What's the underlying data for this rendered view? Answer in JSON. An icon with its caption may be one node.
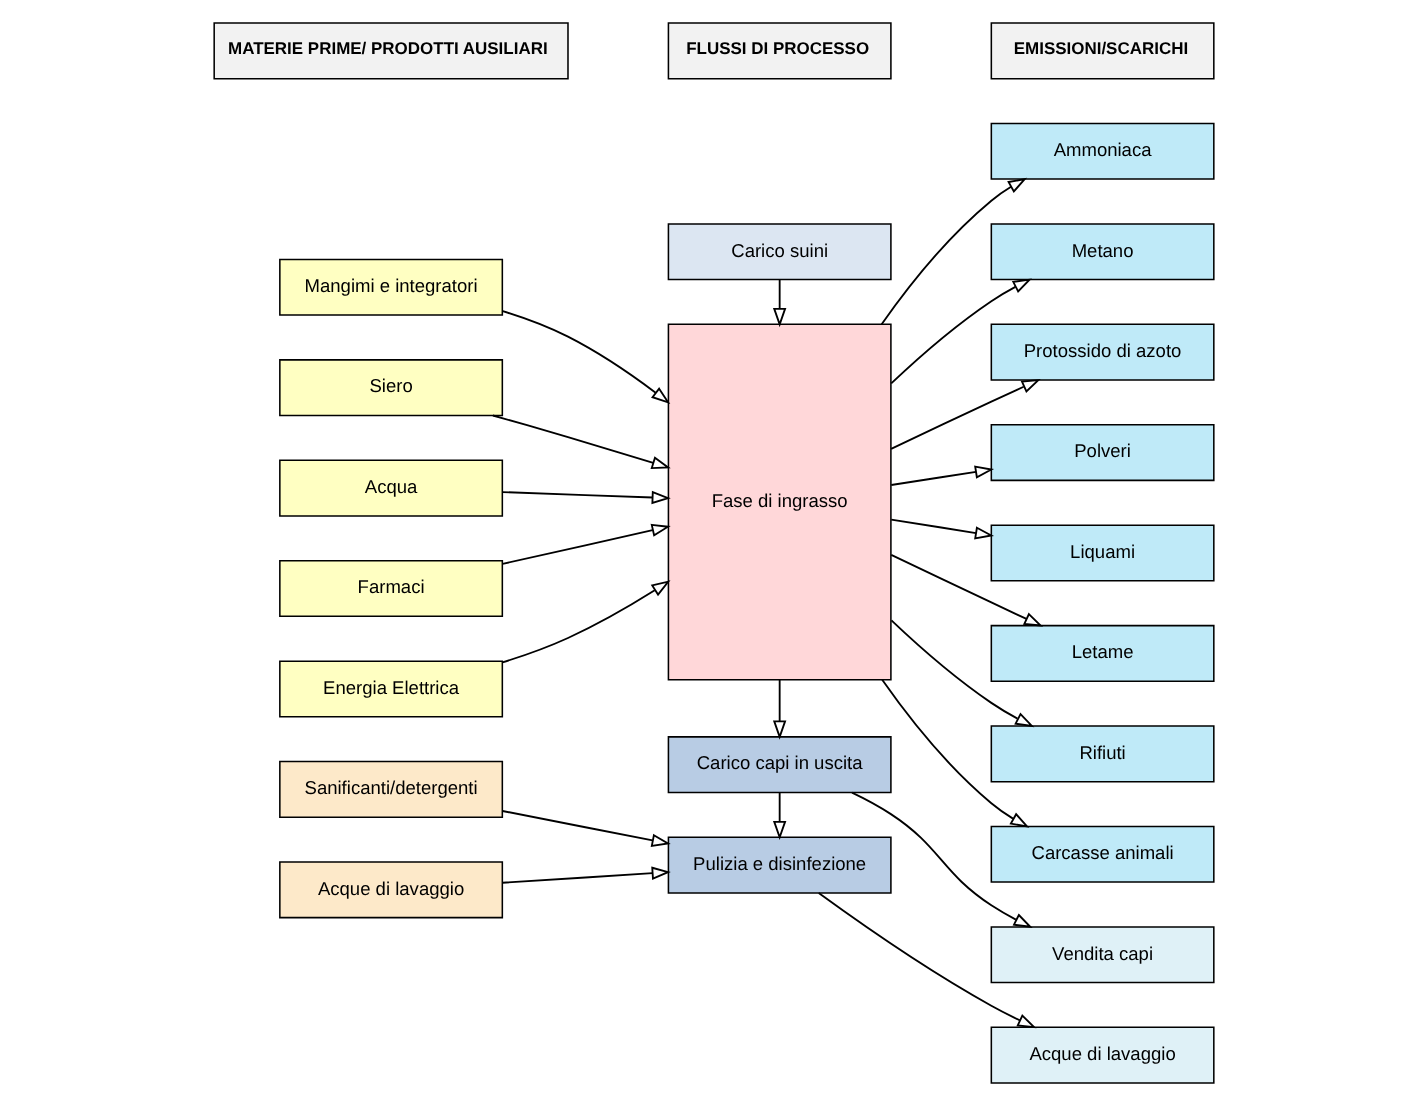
{
  "diagram": {
    "nodes": [
      {
        "text": [
          "MATERIE PRIME/ PRODOTTI AUSILIARI"
        ]
      },
      {
        "text": [
          "FLUSSI DI PROCESSO"
        ]
      },
      {
        "text": [
          "EMISSIONI/SCARICHI"
        ]
      },
      {
        "text": [
          "Carico suini"
        ]
      },
      {
        "text": [
          "Mangimi e integratori"
        ]
      },
      {
        "text": [
          "Siero"
        ]
      },
      {
        "text": [
          "Acqua"
        ]
      },
      {
        "text": [
          "Farmaci"
        ]
      },
      {
        "text": [
          "Energia Elettrica"
        ]
      },
      {
        "text": [
          "Fase di ingrasso"
        ]
      },
      {
        "text": [
          "Ammoniaca"
        ]
      },
      {
        "text": [
          "Metano"
        ]
      },
      {
        "text": [
          "Protossido di azoto"
        ]
      },
      {
        "text": [
          "Polveri"
        ]
      },
      {
        "text": [
          "Liquami"
        ]
      },
      {
        "text": [
          "Letame"
        ]
      },
      {
        "text": [
          "Rifiuti"
        ]
      },
      {
        "text": [
          "Carcasse animali"
        ]
      },
      {
        "text": [
          "Carico capi in uscita"
        ]
      },
      {
        "text": [
          "Vendita capi"
        ]
      },
      {
        "text": [
          "Sanificanti/detergenti"
        ]
      },
      {
        "text": [
          "Acque di lavaggio"
        ]
      },
      {
        "text": [
          "Pulizia e disinfezione"
        ]
      },
      {
        "text": [
          "Acque di lavaggio"
        ]
      }
    ],
    "edges": [
      {
        "from": 3,
        "to": 9,
        "arrow": "to"
      },
      {
        "from": 4,
        "to": 9,
        "arrow": "to"
      },
      {
        "from": 5,
        "to": 9,
        "arrow": "to"
      },
      {
        "from": 6,
        "to": 9,
        "arrow": "to"
      },
      {
        "from": 7,
        "to": 9,
        "arrow": "to"
      },
      {
        "from": 8,
        "to": 9,
        "arrow": "to"
      },
      {
        "from": 9,
        "to": 10,
        "arrow": "to"
      },
      {
        "from": 9,
        "to": 11,
        "arrow": "to"
      },
      {
        "from": 9,
        "to": 12,
        "arrow": "to"
      },
      {
        "from": 9,
        "to": 13,
        "arrow": "to"
      },
      {
        "from": 9,
        "to": 14,
        "arrow": "to"
      },
      {
        "from": 9,
        "to": 15,
        "arrow": "to"
      },
      {
        "from": 9,
        "to": 16,
        "arrow": "to"
      },
      {
        "from": 9,
        "to": 17,
        "arrow": "to"
      },
      {
        "from": 9,
        "to": 18,
        "arrow": "to"
      },
      {
        "from": 18,
        "to": 19,
        "arrow": "to"
      },
      {
        "from": 18,
        "to": 22,
        "arrow": "to"
      },
      {
        "from": 20,
        "to": 22,
        "arrow": "to"
      },
      {
        "from": 21,
        "to": 22,
        "arrow": "to"
      },
      {
        "from": 22,
        "to": 23,
        "arrow": "to"
      }
    ]
  }
}
